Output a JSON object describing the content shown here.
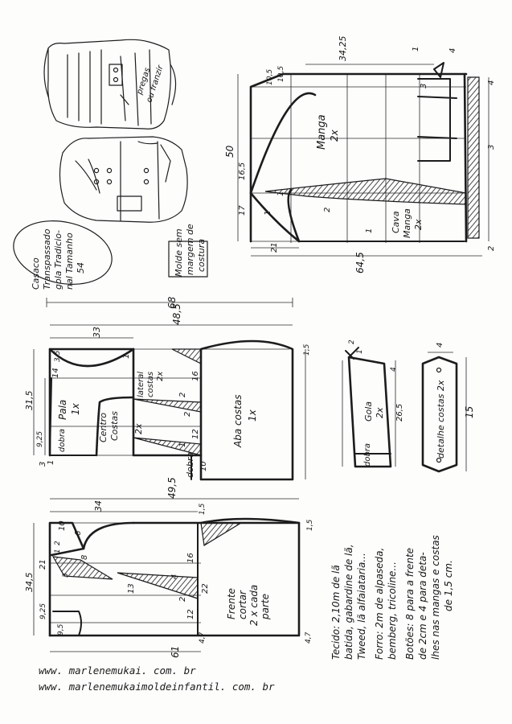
{
  "illustration": {
    "note_lines": [
      "Casaco",
      "Transpassado",
      "gola Tradicio-",
      "nal Tamanho",
      "54"
    ],
    "pleat_note": [
      "pregas",
      "ou franzir"
    ]
  },
  "sleeve": {
    "title": [
      "Manga",
      "2x"
    ],
    "lining_title": [
      "Cava",
      "Manga",
      "2x"
    ],
    "no_allowance_note": [
      "Molde sem",
      "margem de",
      "costura"
    ],
    "dims": {
      "top_width": "34,25",
      "cap_a": "10,5",
      "cap_b": "10,5",
      "height": "50",
      "cap_height": "16,5",
      "lower": "17",
      "wrist": "21",
      "bottom_width": "64,5",
      "band_top": "4",
      "band_right": "4",
      "band_mid": "3",
      "band_bottom": "2",
      "mark_1a": "1",
      "mark_1b": "1",
      "mark_2": "2",
      "mark_3": "3",
      "mark_1c": "1",
      "mark_1d": "1"
    }
  },
  "back": {
    "center_back": [
      "Centro",
      "Costas"
    ],
    "center_back_qty": "2x",
    "side_back": [
      "lateral",
      "costas",
      "2x"
    ],
    "strap": [
      "Pala",
      "1x"
    ],
    "skirt": [
      "Aba costas",
      "1x"
    ],
    "fold_top": "dobra",
    "fold_bottom": "dobra",
    "dims": {
      "total_width": "48,5",
      "upper_width": "33",
      "height": "31,5",
      "neck_drop": "9,25",
      "neck": "3,5",
      "shoulder": "14",
      "waist_16": "16",
      "waist_2": "2",
      "hem_12": "12",
      "hem_1": "1",
      "hem_15": "1,5",
      "skirt_10": "10",
      "side_1": "1",
      "left_1": "1",
      "left_3": "3",
      "hem_2": "2"
    }
  },
  "collar": {
    "label": [
      "Gola",
      "2x"
    ],
    "fold": "dobra",
    "dims": {
      "length": "26,5",
      "top_2": "2",
      "top_1": "1",
      "side_4": "4"
    }
  },
  "back_detail": {
    "label": "detalhe costas 2x",
    "dims": {
      "length": "15",
      "width": "4"
    }
  },
  "front": {
    "label": [
      "Frente",
      "cortar",
      "2 x cada",
      "parte"
    ],
    "dims": {
      "total_width": "49,5",
      "upper": "34",
      "neck_w": "10",
      "neck_6": "6",
      "neck_8": "8",
      "height": "34,5",
      "d21": "21",
      "d925": "9,25",
      "lapel": "9,5",
      "side_15": "1,5",
      "right_15": "1,5",
      "d13": "13",
      "d4": "4",
      "d16": "16",
      "d22": "22",
      "d12": "12",
      "d2": "2",
      "d47": "4,7",
      "r47": "4,7",
      "m1": "1",
      "m2": "2",
      "m3": "3",
      "overall": "61"
    }
  },
  "materials": [
    "Tecido: 2,10m de lã",
    "batida, gabardine de lã,",
    "Tweed, lã alfaiataria...",
    "Forro: 2m de alpaseda,",
    "bemberg, tricoline...",
    "Botões: 8 para a frente",
    "de 2cm e 4 para deta-",
    "lhes nas mangas e costas",
    "de 1,5 cm."
  ],
  "overall_width": "68",
  "websites": [
    "www. marlenemukai. com. br",
    "www. marlenemukaimoldeinfantil. com. br"
  ]
}
